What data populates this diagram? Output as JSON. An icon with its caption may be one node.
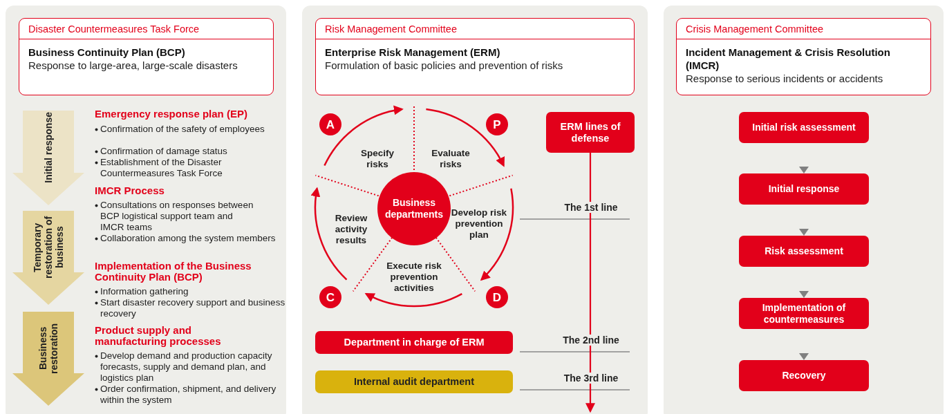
{
  "diagram": {
    "nodes": [
      {
        "text": [
          "Disaster Countermeasures Task Force",
          "Business Continuity Plan (BCP)",
          "Response to large-area, large-scale disasters"
        ]
      },
      {
        "text": [
          "Initial response"
        ]
      },
      {
        "text": [
          "Temporary restoration of business"
        ]
      },
      {
        "text": [
          "Business restoration"
        ]
      },
      {
        "text": [
          "Risk Management Committee",
          "Enterprise Risk Management (ERM)",
          "Formulation of basic policies and prevention of risks"
        ]
      },
      {
        "text": [
          "A"
        ]
      },
      {
        "text": [
          "P"
        ]
      },
      {
        "text": [
          "C"
        ]
      },
      {
        "text": [
          "D"
        ]
      },
      {
        "text": [
          "Business departments"
        ]
      },
      {
        "text": [
          "ERM lines of defense"
        ]
      },
      {
        "text": [
          "Department in charge of ERM"
        ]
      },
      {
        "text": [
          "Internal audit department"
        ]
      },
      {
        "text": [
          "Crisis Management Committee",
          "Incident Management & Crisis Resolution (IMCR)",
          "Response to serious incidents or accidents"
        ]
      },
      {
        "text": [
          "Initial risk assessment"
        ]
      },
      {
        "text": [
          "Initial response"
        ]
      },
      {
        "text": [
          "Risk assessment"
        ]
      },
      {
        "text": [
          "Implementation of countermeasures"
        ]
      },
      {
        "text": [
          "Recovery"
        ]
      }
    ],
    "edges": [
      {
        "from": 10,
        "to": null,
        "arrow": "to"
      },
      {
        "from": 14,
        "to": 15,
        "arrow": "to"
      },
      {
        "from": 15,
        "to": 16,
        "arrow": "to"
      },
      {
        "from": 16,
        "to": 17,
        "arrow": "to"
      },
      {
        "from": 17,
        "to": 18,
        "arrow": "to"
      }
    ],
    "labels": [
      "Emergency response plan (EP)",
      "Confirmation of the safety of employees",
      "Confirmation of damage status",
      "Establishment of the Disaster Countermeasures Task Force",
      "IMCR Process",
      "Consultations on responses between BCP logistical support team and IMCR teams",
      "Collaboration among the system members",
      "Implementation of the Business Continuity Plan (BCP)",
      "Information gathering",
      "Start disaster recovery support and business recovery",
      "Product supply and manufacturing processes",
      "Develop demand and production capacity forecasts, supply and demand plan, and logistics plan",
      "Order confirmation, shipment, and delivery within the system",
      "Specify risks",
      "Evaluate risks",
      "Review activity results",
      "Develop risk prevention plan",
      "Execute risk prevention activities",
      "The 1st line",
      "The 2nd line",
      "The 3rd line"
    ]
  }
}
